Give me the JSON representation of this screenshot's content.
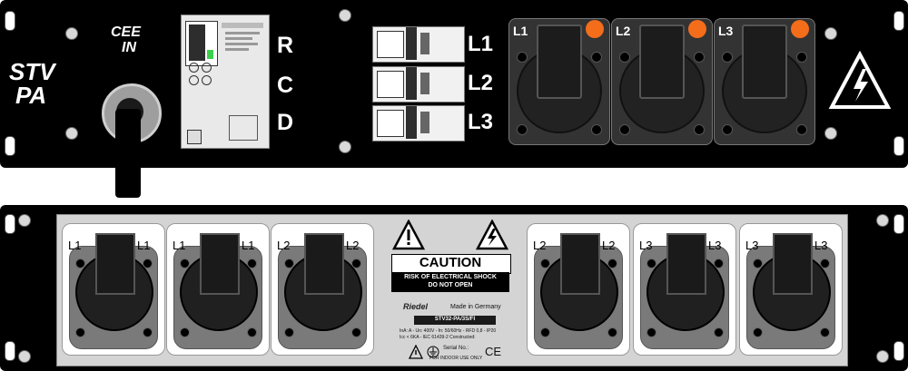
{
  "front": {
    "brand_line1": "STV",
    "brand_line2": "PA",
    "inlet_line1": "CEE",
    "inlet_line2": "IN",
    "rcd_letters": [
      "R",
      "C",
      "D"
    ],
    "breaker_labels": [
      "L1",
      "L2",
      "L3"
    ],
    "socket_labels": [
      "L1",
      "L2",
      "L3"
    ],
    "led_color": "#f46d1b"
  },
  "rear": {
    "sockets": [
      {
        "left": "L1",
        "right": "L1"
      },
      {
        "left": "L1",
        "right": "L1"
      },
      {
        "left": "L2",
        "right": "L2"
      },
      {
        "left": "L2",
        "right": "L2"
      },
      {
        "left": "L3",
        "right": "L3"
      },
      {
        "left": "L3",
        "right": "L3"
      }
    ],
    "caution_title": "CAUTION",
    "caution_line1": "RISK OF ELECTRICAL SHOCK",
    "caution_line2": "DO NOT OPEN",
    "maker": "Riedel",
    "made_in": "Made in Germany",
    "model": "STV32-PA/3S/FI",
    "spec_line1": "InA:     A - Un: 400V - fn: 50/60Hz - RFD 0,8 - IP20",
    "spec_line2": "Icc < 6KA - IEC 61439-2    Constructed:",
    "serial_label": "Serial No.:",
    "indoor": "FOR INDOOR USE ONLY",
    "ce_mark": "CE"
  }
}
